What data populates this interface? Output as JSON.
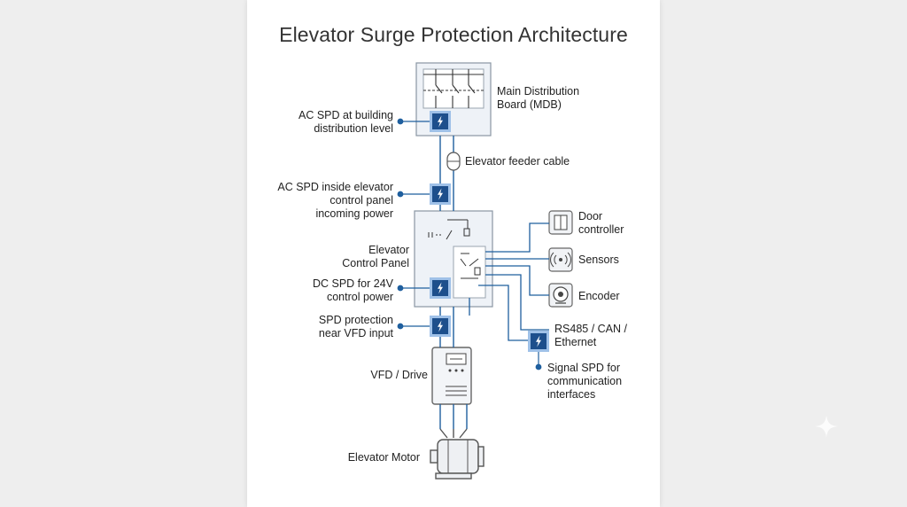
{
  "title": "Elevator Surge Protection Architecture",
  "labels": {
    "mdb": "Main Distribution\nBoard (MDB)",
    "spd_building": "AC SPD at building\ndistribution level",
    "feeder": "Elevator feeder cable",
    "spd_control_panel": "AC SPD inside elevator\ncontrol panel\nincoming power",
    "control_panel": "Elevator\nControl Panel",
    "spd_dc": "DC SPD for 24V\ncontrol power",
    "spd_vfd": "SPD protection\nnear VFD input",
    "vfd": "VFD / Drive",
    "motor": "Elevator Motor",
    "door": "Door\ncontroller",
    "sensors": "Sensors",
    "encoder": "Encoder",
    "comms": "RS485 / CAN /\nEthernet",
    "signal_spd": "Signal SPD for\ncommunication\ninterfaces"
  },
  "colors": {
    "line": "#1f5f9e",
    "spd_fill": "#1d4f8c",
    "spd_border": "#9fc1e8",
    "panel_fill": "#eef2f7",
    "panel_stroke": "#8a96a3"
  },
  "icons": {
    "spd": "lightning-bolt-icon",
    "door": "door-icon",
    "sensors": "wireless-sensor-icon",
    "encoder": "encoder-icon",
    "cable": "cable-icon",
    "motor": "motor-icon",
    "vfd": "drive-unit-icon"
  }
}
